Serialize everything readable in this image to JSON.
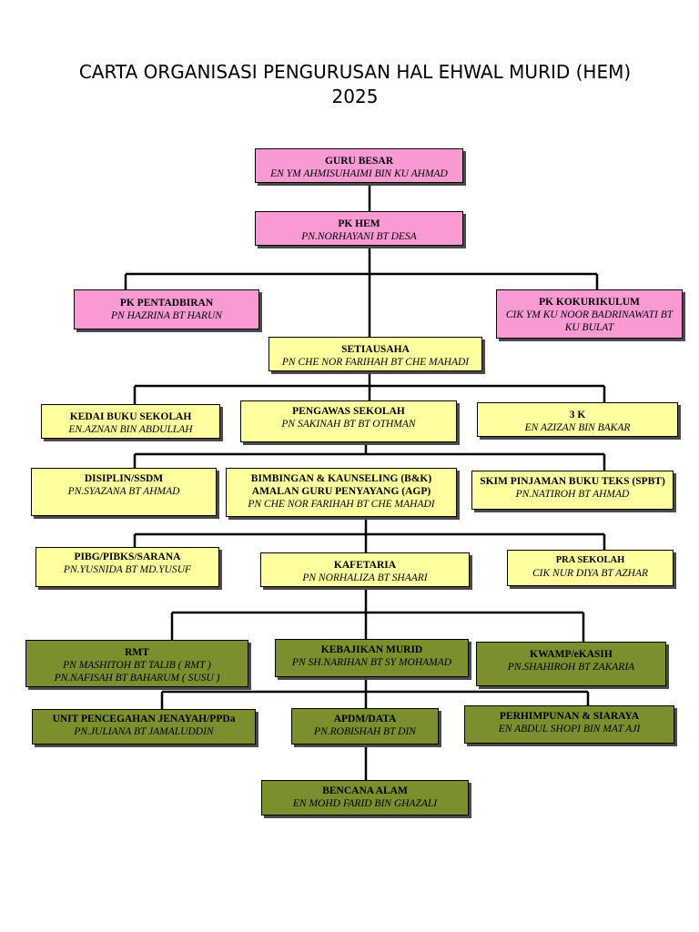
{
  "title": {
    "line1": "CARTA ORGANISASI PENGURUSAN HAL EHWAL MURID (HEM)",
    "line2": "2025"
  },
  "colors": {
    "pink": "#f99ad2",
    "yellow": "#ffff9f",
    "green": "#7b8f2e"
  },
  "nodes": {
    "guru_besar": {
      "role": "GURU BESAR",
      "name": "EN YM AHMISUHAIMI BIN KU AHMAD"
    },
    "pk_hem": {
      "role": "PK HEM",
      "name": "PN.NORHAYANI BT DESA"
    },
    "pk_pentadbiran": {
      "role": "PK PENTADBIRAN",
      "name": "PN HAZRINA BT HARUN"
    },
    "pk_kokurikulum": {
      "role": "PK KOKURIKULUM",
      "name": "CIK YM KU NOOR BADRINAWATI BT KU BULAT"
    },
    "setiausaha": {
      "role": "SETIAUSAHA",
      "name": "PN CHE NOR FARIHAH BT CHE MAHADI"
    },
    "kedai_buku": {
      "role": "KEDAI BUKU SEKOLAH",
      "name": "EN.AZNAN BIN ABDULLAH"
    },
    "pengawas": {
      "role": "PENGAWAS SEKOLAH",
      "name": "PN SAKINAH BT BT OTHMAN"
    },
    "tiga_k": {
      "role": "3 K",
      "name": "EN AZIZAN BIN BAKAR"
    },
    "disiplin": {
      "role": "DISIPLIN/SSDM",
      "name": "PN.SYAZANA BT AHMAD"
    },
    "bimbingan": {
      "role": "BIMBINGAN & KAUNSELING (B&K)",
      "role2": "AMALAN GURU PENYAYANG (AGP)",
      "name": "PN CHE NOR FARIHAH BT CHE MAHADI"
    },
    "spbt": {
      "role": "SKIM PINJAMAN BUKU TEKS (SPBT)",
      "name": "PN.NATIROH BT AHMAD"
    },
    "pibg": {
      "role": "PIBG/PIBKS/SARANA",
      "name": "PN.YUSNIDA BT MD.YUSUF"
    },
    "kafetaria": {
      "role": "KAFETARIA",
      "name": "PN NORHALIZA BT SHAARI"
    },
    "pra_sekolah": {
      "role": "PRA SEKOLAH",
      "name": "CIK NUR DIYA BT AZHAR"
    },
    "rmt": {
      "role": "RMT",
      "name": "PN  MASHITOH BT TALIB ( RMT )",
      "name2": "PN.NAFISAH BT BAHARUM ( SUSU )"
    },
    "kebajikan": {
      "role": "KEBAJIKAN MURID",
      "name": "PN SH.NARIHAN BT SY MOHAMAD"
    },
    "kwamp": {
      "role": "KWAMP/eKASIH",
      "name": "PN.SHAHIROH BT ZAKARIA"
    },
    "unit_pencegahan": {
      "role": "UNIT PENCEGAHAN JENAYAH/PPDa",
      "name": "PN.JULIANA BT JAMALUDDIN"
    },
    "apdm": {
      "role": "APDM/DATA",
      "name": "PN.ROBISHAH BT DIN"
    },
    "perhimpunan": {
      "role": "PERHIMPUNAN & SIARAYA",
      "name": "EN ABDUL SHOPI BIN MAT AJI"
    },
    "bencana": {
      "role": "BENCANA ALAM",
      "name": "EN MOHD FARID BIN GHAZALI"
    }
  }
}
